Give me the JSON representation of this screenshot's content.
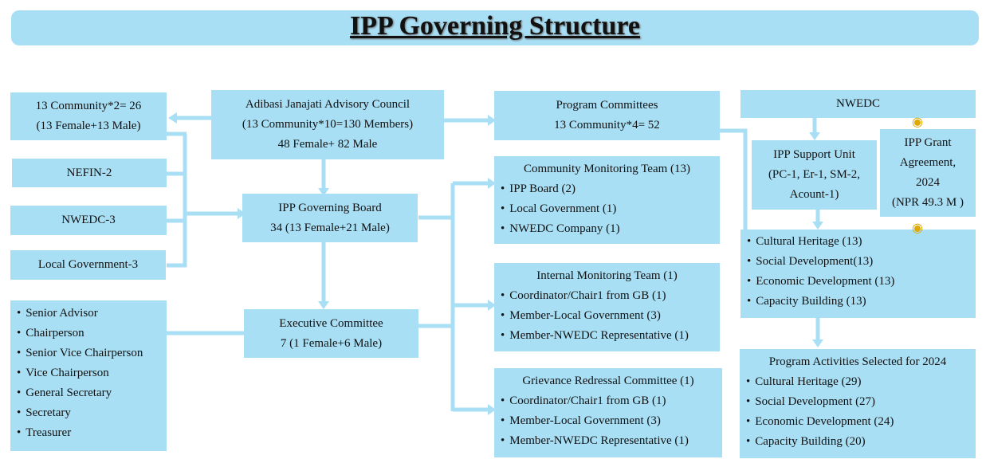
{
  "title": "IPP Governing Structure",
  "community": {
    "l1": "13 Community*2= 26",
    "l2": "(13 Female+13 Male)"
  },
  "nefin": "NEFIN-2",
  "nwedc3": "NWEDC-3",
  "localgov3": "Local Government-3",
  "officers": [
    "Senior Advisor",
    "Chairperson",
    "Senior Vice Chairperson",
    "Vice Chairperson",
    "General Secretary",
    "Secretary",
    "Treasurer"
  ],
  "council": {
    "l1": "Adibasi Janajati Advisory Council",
    "l2": "(13 Community*10=130 Members)",
    "l3": "48 Female+ 82 Male"
  },
  "board": {
    "l1": "IPP Governing Board",
    "l2": "34 (13 Female+21 Male)"
  },
  "exec": {
    "l1": "Executive Committee",
    "l2": "7 (1 Female+6 Male)"
  },
  "program": {
    "l1": "Program Committees",
    "l2": "13 Community*4= 52"
  },
  "cmt": {
    "title": "Community Monitoring Team (13)",
    "items": [
      "IPP Board (2)",
      "Local Government (1)",
      "NWEDC Company (1)"
    ]
  },
  "imt": {
    "title": "Internal Monitoring Team (1)",
    "items": [
      "Coordinator/Chair1 from GB (1)",
      "Member-Local Government  (3)",
      "Member-NWEDC Representative (1)"
    ]
  },
  "grc": {
    "title": "Grievance Redressal Committee (1)",
    "items": [
      "Coordinator/Chair1 from GB (1)",
      "Member-Local Government (3)",
      "Member-NWEDC Representative (1)"
    ]
  },
  "nwedc": "NWEDC",
  "support": {
    "l1": "IPP Support Unit",
    "l2": "(PC-1, Er-1, SM-2,",
    "l3": "Acount-1)"
  },
  "grant": {
    "l1": "IPP Grant",
    "l2": "Agreement,",
    "l3": "2024",
    "l4": "(NPR 49.3 M )"
  },
  "areas": [
    "Cultural Heritage (13)",
    "Social Development(13)",
    "Economic Development (13)",
    "Capacity Building (13)"
  ],
  "activities": {
    "title": "Program Activities Selected for 2024",
    "items": [
      "Cultural Heritage (29)",
      "Social Development (27)",
      "Economic Development (24)",
      "Capacity Building (20)"
    ]
  },
  "icons": {
    "handshake": "handshake-icon"
  },
  "colors": {
    "box": "#a9dff4",
    "connector": "#a9dff4"
  }
}
